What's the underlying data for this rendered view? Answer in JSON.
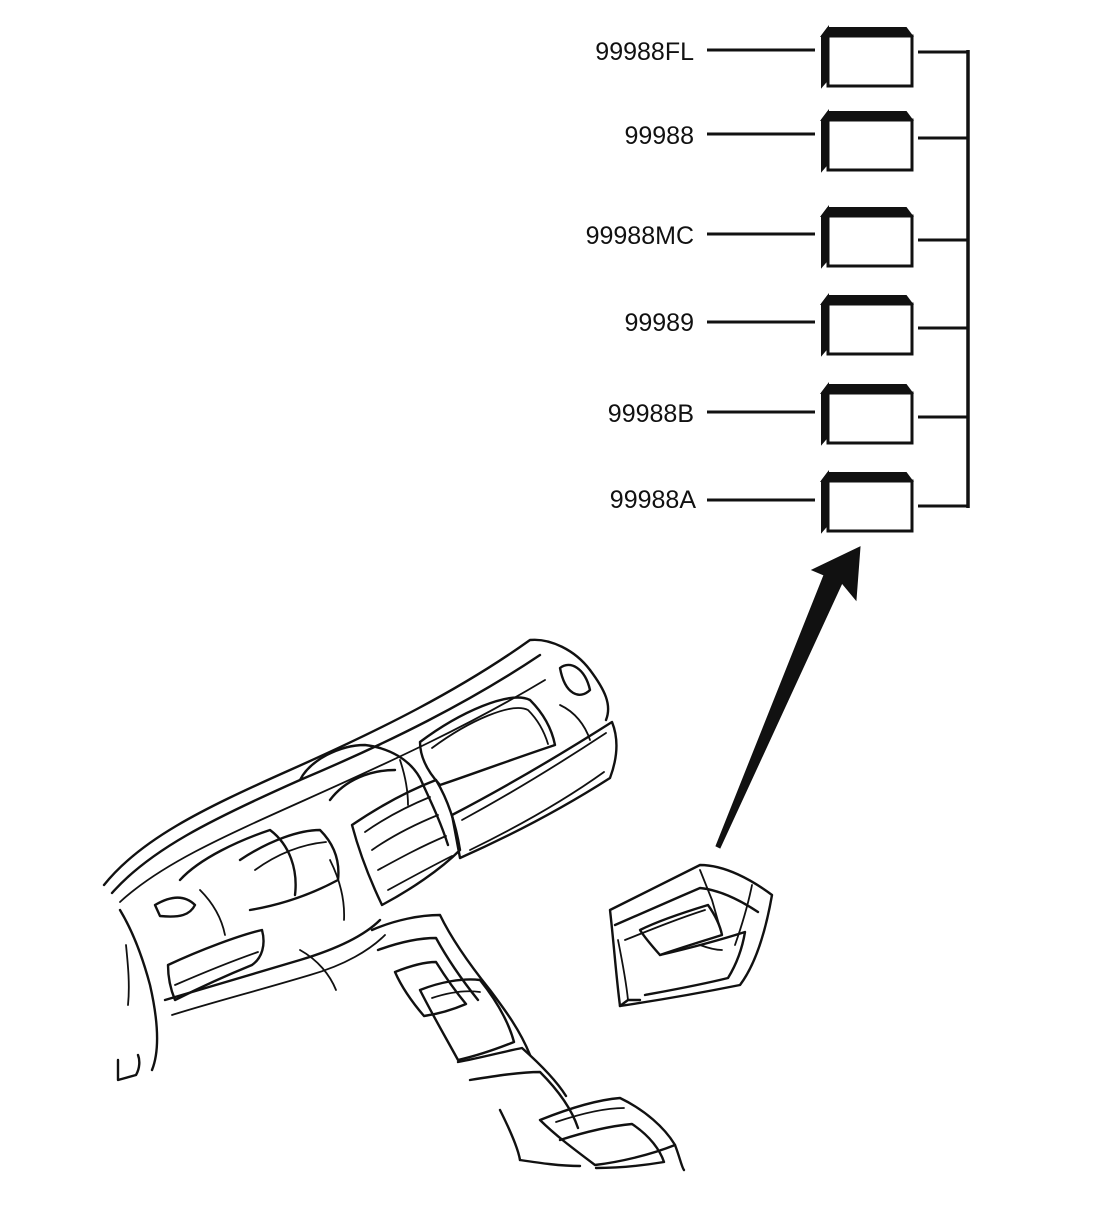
{
  "diagram": {
    "parts": [
      {
        "id": "p1",
        "label": "99988FL"
      },
      {
        "id": "p2",
        "label": "99988"
      },
      {
        "id": "p3",
        "label": "99988MC"
      },
      {
        "id": "p4",
        "label": "99989"
      },
      {
        "id": "p5",
        "label": "99988B"
      },
      {
        "id": "p6",
        "label": "99988A"
      }
    ],
    "illustrations": {
      "dashboard": "vehicle-dashboard-illustration",
      "component": "glove-box-illustration"
    },
    "colors": {
      "line": "#111111",
      "background": "#ffffff"
    }
  }
}
